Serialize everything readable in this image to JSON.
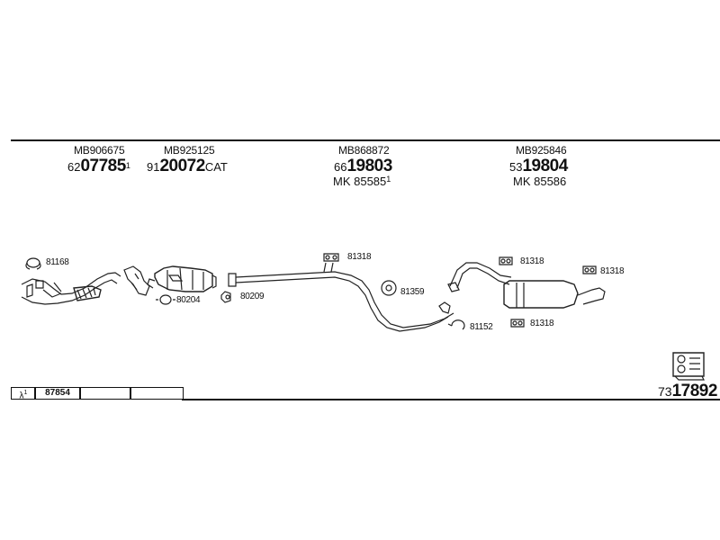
{
  "parts": [
    {
      "oe": "MB906675",
      "prefix": "62",
      "main": "07785",
      "sup": "1"
    },
    {
      "oe": "MB925125",
      "prefix": "91",
      "main": "20072",
      "suffix": "CAT"
    },
    {
      "oe": "MB868872",
      "prefix": "66",
      "main": "19803",
      "mk": "MK  85585",
      "mk_sup": "1"
    },
    {
      "oe": "MB925846",
      "prefix": "53",
      "main": "19804",
      "mk": "MK  85586"
    }
  ],
  "labels": [
    "81168",
    "80204",
    "80209",
    "81318",
    "81359",
    "81152",
    "81318",
    "81318",
    "81318"
  ],
  "footer": {
    "lambda": "λ",
    "lambda_sup": "1",
    "code": "87854"
  },
  "kit": {
    "prefix": "73",
    "main": "17892"
  }
}
